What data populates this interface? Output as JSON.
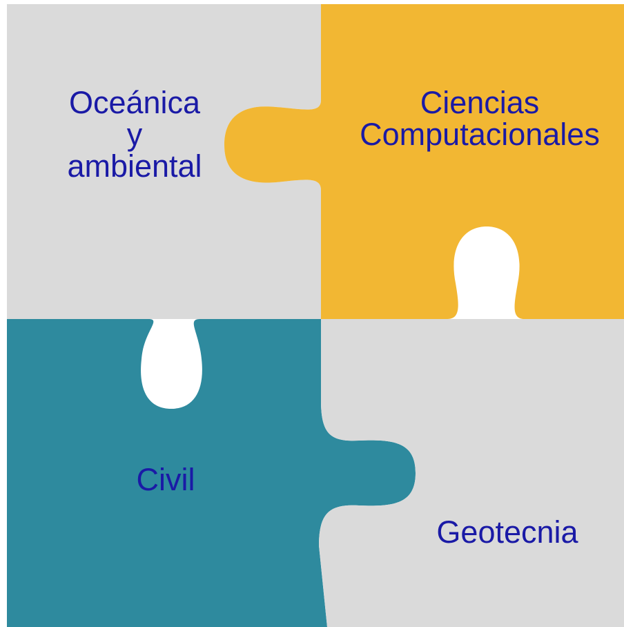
{
  "pieces": {
    "top_left": {
      "lines": [
        "Oceánica",
        "y",
        "ambiental"
      ],
      "color": "#dadada"
    },
    "top_right": {
      "lines": [
        "Ciencias",
        "Computacionales"
      ],
      "color": "#f2b733"
    },
    "bottom_left": {
      "lines": [
        "Civil"
      ],
      "color": "#2e8a9e"
    },
    "bottom_right": {
      "lines": [
        "Geotecnia"
      ],
      "color": "#dadada"
    }
  },
  "colors": {
    "text": "#1a1aa6",
    "background": "#ffffff"
  }
}
